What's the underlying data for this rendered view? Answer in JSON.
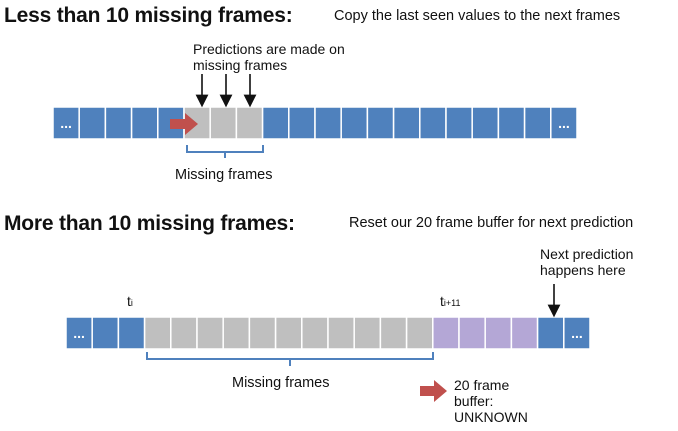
{
  "colors": {
    "observed": "#4f81bd",
    "missing": "#bfbfbf",
    "buffer": "#b4a7d6",
    "cell_border": "#ffffff",
    "bracket": "#4f81bd",
    "arrow": "#c0504d"
  },
  "icons": [
    "ellipsis-icon",
    "down-arrow-icon",
    "red-arrow-icon",
    "brace-icon"
  ],
  "section1": {
    "heading": "Less than 10 missing frames:",
    "caption": "Copy the last seen values to the next frames",
    "predictions_line1": "Predictions are made on",
    "predictions_line2": "missing frames",
    "missing_label": "Missing frames",
    "ellipsis": "...",
    "cells": [
      "observed",
      "observed",
      "observed",
      "observed",
      "observed",
      "missing",
      "missing",
      "missing",
      "observed",
      "observed",
      "observed",
      "observed",
      "observed",
      "observed",
      "observed",
      "observed",
      "observed",
      "observed",
      "observed",
      "observed"
    ]
  },
  "section2": {
    "heading": "More than 10 missing frames:",
    "caption": "Reset our 20 frame buffer for next prediction",
    "next_line1": "Next prediction",
    "next_line2": "happens here",
    "ti_base": "t",
    "ti_sub": "i",
    "ti11_base": "t",
    "ti11_sub": "i+11",
    "missing_label": "Missing frames",
    "buffer_line1": "20 frame",
    "buffer_line2": "buffer:",
    "buffer_line3": "UNKNOWN",
    "ellipsis": "...",
    "cells": [
      "observed",
      "observed",
      "observed",
      "missing",
      "missing",
      "missing",
      "missing",
      "missing",
      "missing",
      "missing",
      "missing",
      "missing",
      "missing",
      "missing",
      "buffer",
      "buffer",
      "buffer",
      "buffer",
      "observed",
      "observed"
    ]
  }
}
